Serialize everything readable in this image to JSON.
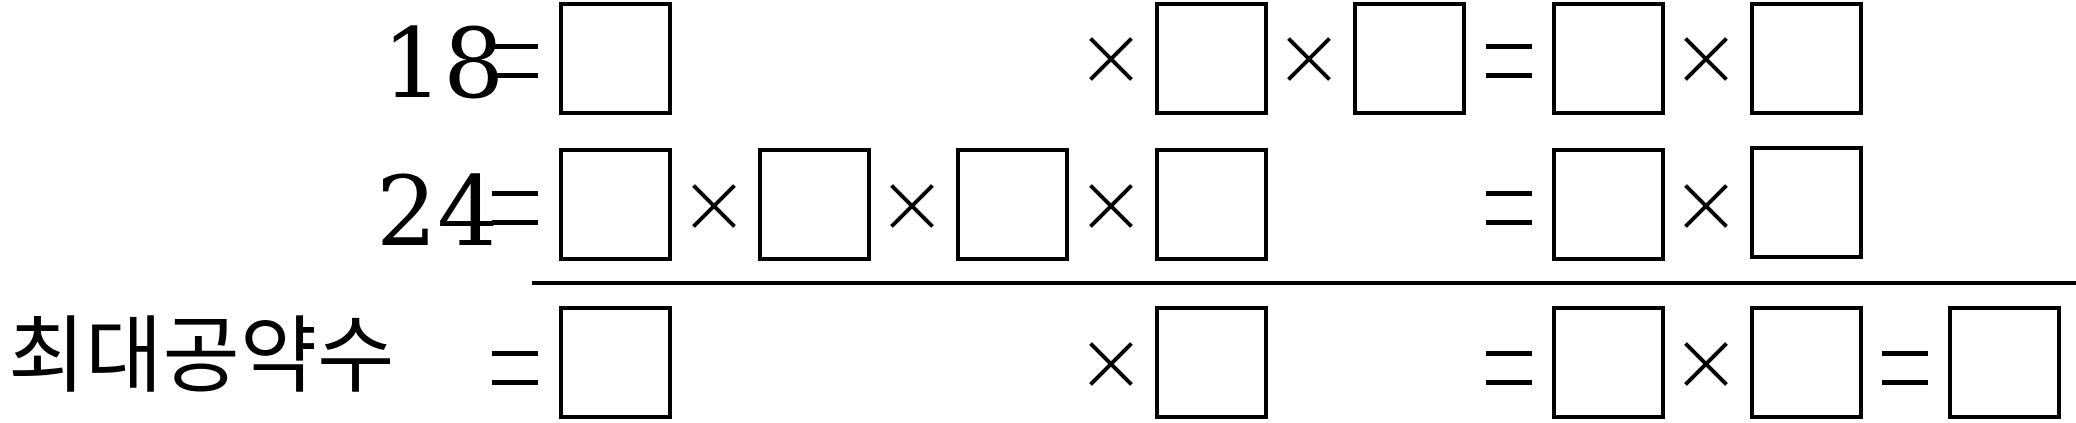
{
  "rows": {
    "row1": {
      "label": "18"
    },
    "row2": {
      "label": "24"
    },
    "row3": {
      "label": "최대공약수"
    }
  }
}
